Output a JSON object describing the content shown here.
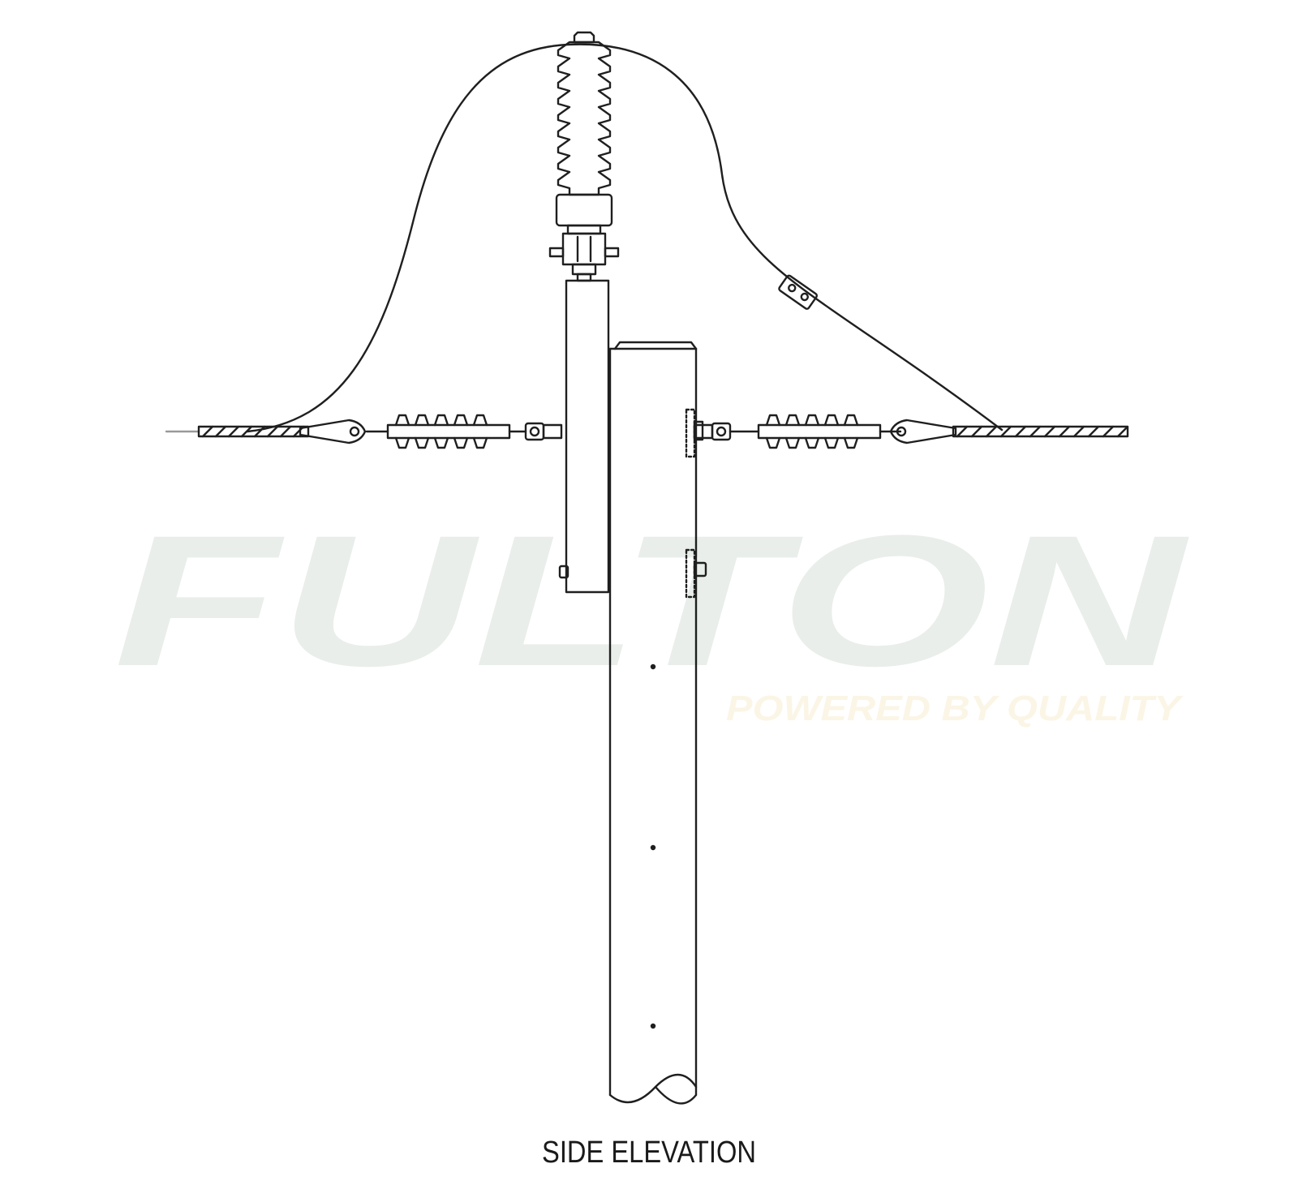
{
  "drawing": {
    "caption": "SIDE ELEVATION"
  },
  "watermark": {
    "brand": "FULTON",
    "tagline": "POWERED BY QUALITY",
    "brand_color": "#e9eeea",
    "tagline_color": "#fbf5e6"
  },
  "colors": {
    "line": "#1f1f1f",
    "background": "#ffffff"
  }
}
